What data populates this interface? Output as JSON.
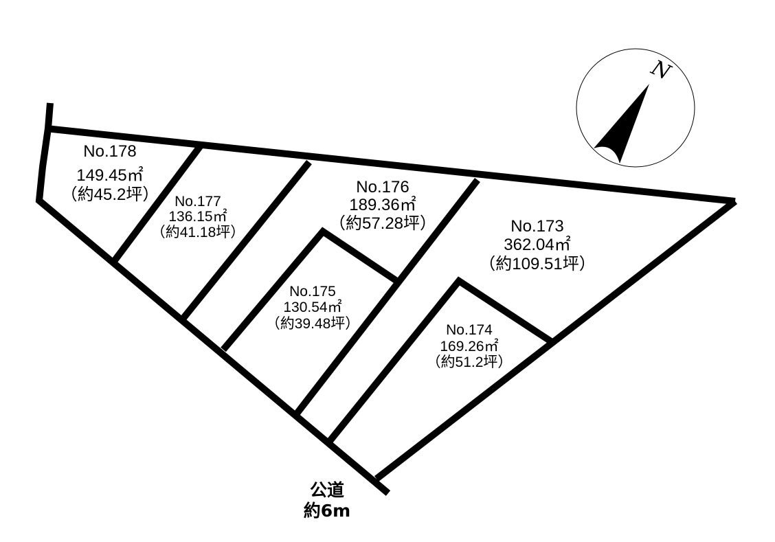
{
  "lots": [
    {
      "no": "No.178",
      "area": "149.45㎡",
      "tsubo": "（約45.2坪）"
    },
    {
      "no": "No.177",
      "area": "136.15㎡",
      "tsubo": "（約41.18坪）"
    },
    {
      "no": "No.176",
      "area": "189.36㎡",
      "tsubo": "（約57.28坪）"
    },
    {
      "no": "No.175",
      "area": "130.54㎡",
      "tsubo": "（約39.48坪）"
    },
    {
      "no": "No.173",
      "area": "362.04㎡",
      "tsubo": "（約109.51坪）"
    },
    {
      "no": "No.174",
      "area": "169.26㎡",
      "tsubo": "（約51.2坪）"
    }
  ],
  "road": {
    "name": "公道",
    "width": "約6m"
  },
  "compass": {
    "label": "N",
    "icon": "north-arrow-icon"
  }
}
